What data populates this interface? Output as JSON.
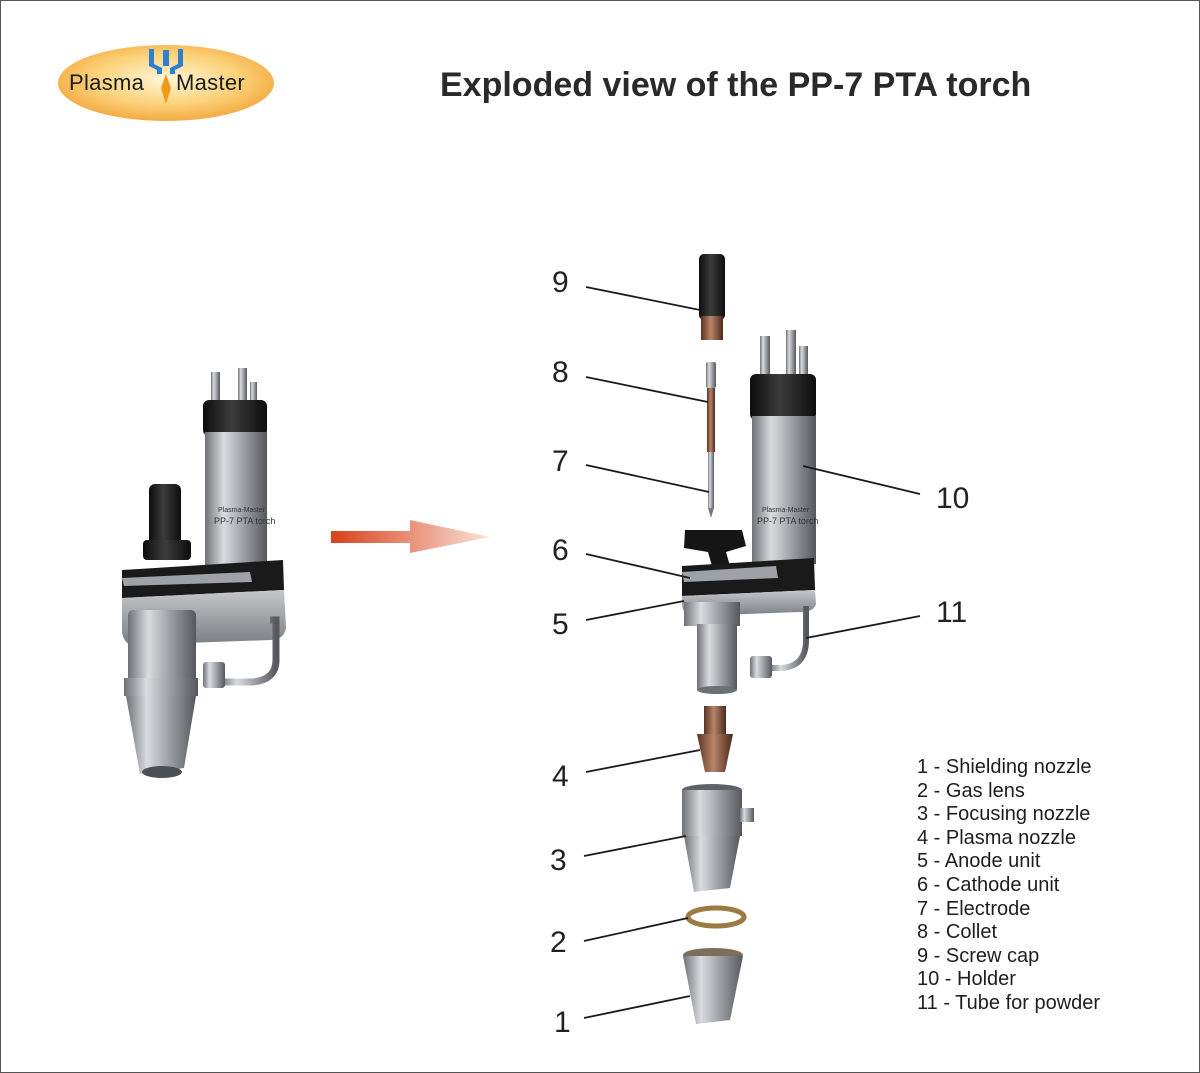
{
  "logo": {
    "word_left": "Plasma",
    "word_right": "Master",
    "colors": {
      "oval_edge": "#f2a237",
      "oval_center": "#fff6d8",
      "mark_blue": "#2f7fd0",
      "mark_orange": "#f29a18"
    }
  },
  "title": "Exploded view of the PP-7 PTA torch",
  "arrow": {
    "icon": "arrow-right-icon",
    "color_start": "#d8401c",
    "color_end": "#fbe3d8"
  },
  "callouts": [
    "1",
    "2",
    "3",
    "4",
    "5",
    "6",
    "7",
    "8",
    "9",
    "10",
    "11"
  ],
  "legend": [
    "1 - Shielding nozzle",
    "2 - Gas lens",
    "3 - Focusing nozzle",
    "4 - Plasma nozzle",
    "5 - Anode unit",
    "6 - Cathode unit",
    "7 - Electrode",
    "8 - Collet",
    "9 - Screw cap",
    "10 - Holder",
    "11 - Tube for powder"
  ],
  "photo_labels": {
    "brand": "Plasma-Master",
    "model": "PP-7 PTA torch"
  },
  "colors": {
    "steel": "#a9adb1",
    "rubber": "#1a1a1a",
    "copper": "#8a5a40"
  }
}
